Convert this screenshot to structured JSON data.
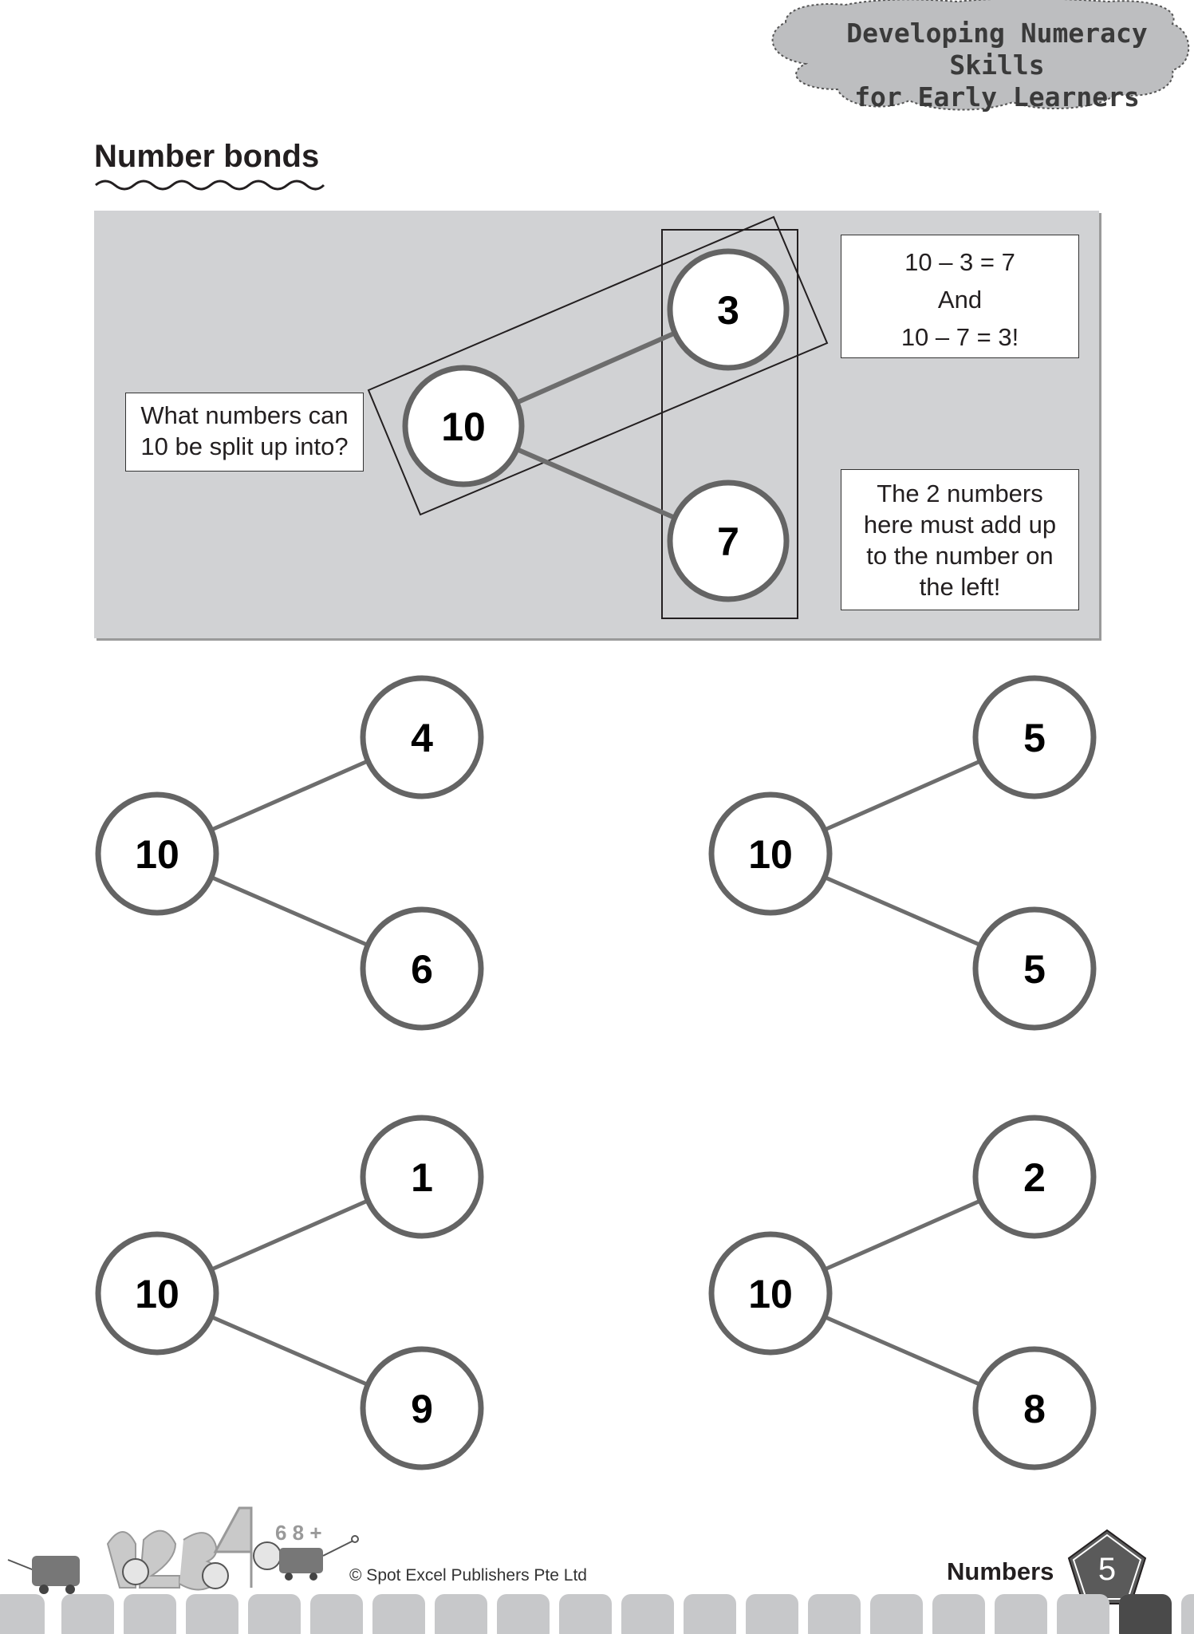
{
  "header": {
    "series_title_line1": "Developing Numeracy Skills",
    "series_title_line2": "for Early Learners"
  },
  "page_title": "Number bonds",
  "example": {
    "whole": "10",
    "part_top": "3",
    "part_bottom": "7",
    "question": [
      "What numbers can",
      "10 be split up into?"
    ],
    "subtraction_note": [
      "10 – 3 = 7",
      "And",
      "10 – 7 = 3!"
    ],
    "rule_note": [
      "The 2 numbers",
      "here must add up",
      "to the number on",
      "the left!"
    ]
  },
  "bonds": [
    {
      "whole": "10",
      "top": "4",
      "bottom": "6"
    },
    {
      "whole": "10",
      "top": "5",
      "bottom": "5"
    },
    {
      "whole": "10",
      "top": "1",
      "bottom": "9"
    },
    {
      "whole": "10",
      "top": "2",
      "bottom": "8"
    }
  ],
  "footer": {
    "copyright": "© Spot Excel Publishers Pte Ltd",
    "section": "Numbers",
    "page_number": "5",
    "decoration_icon": "children-with-numbers-illustration"
  },
  "colors": {
    "panel_background": "#d1d2d4",
    "circle_stroke": "#646464",
    "connector": "#6d6d6d",
    "cloud_fill": "#bdbec0",
    "footer_tab": "#c7c8ca"
  }
}
